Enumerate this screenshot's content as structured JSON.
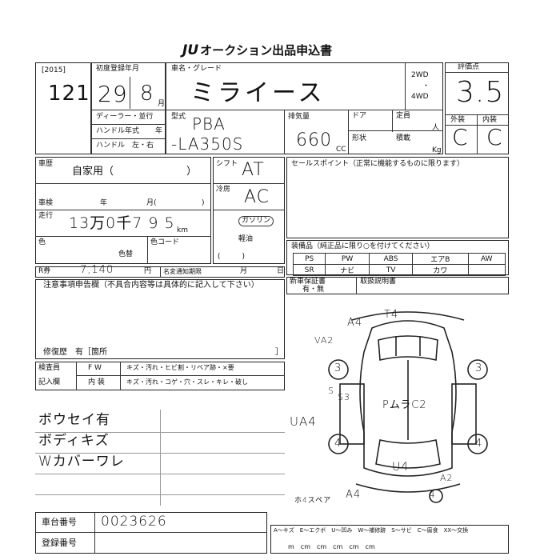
{
  "header": {
    "logo": "JU",
    "title": "オークション出品申込書"
  },
  "lot": {
    "year_tag": "2015",
    "number": "121"
  },
  "registration": {
    "label": "初度登録年月",
    "year": "29",
    "month": "8",
    "month_unit": "月"
  },
  "dealer": {
    "dealer_label": "ディーラー・並行",
    "model_year_label": "ハンドル年式",
    "model_year_unit": "年",
    "handle_label": "ハンドル　左・右"
  },
  "car": {
    "name_grade_label": "車名・グレード",
    "name": "ミライース",
    "model_label": "型式",
    "model_prefix": "PBA",
    "model_code": "-LA350S"
  },
  "drive": {
    "two_wd": "2WD",
    "sep": "・",
    "four_wd": "4WD"
  },
  "engine": {
    "displacement_label": "排気量",
    "displacement": "660",
    "cc": "CC",
    "door_label": "ドア",
    "capacity_label": "定員",
    "capacity_unit": "人",
    "shape_label": "形状",
    "load_label": "積載",
    "load_unit": "Kg"
  },
  "grade_score": {
    "label": "評価点",
    "value": "3.5",
    "exterior_label": "外装",
    "interior_label": "内装",
    "exterior": "C",
    "interior": "C"
  },
  "usage": {
    "label": "車歴",
    "value": "自家用（　　　　　　　）"
  },
  "inspection": {
    "label": "車検",
    "year_unit": "年",
    "month_unit": "月(",
    "close": ")"
  },
  "mileage": {
    "label": "走行",
    "value": "13万0千7 9 5",
    "unit": "km"
  },
  "color": {
    "label": "色",
    "code_label": "色コード",
    "repaint_label": "色替"
  },
  "shift": {
    "label": "シフト",
    "value": "AT"
  },
  "aircon": {
    "label": "冷房",
    "value": "AC"
  },
  "fuel": {
    "gas": "ガソリン",
    "light_oil": "軽油",
    "paren": "(　　　)"
  },
  "recycle": {
    "label": "R券",
    "value": "7,140",
    "unit": "円",
    "name_change_label": "名変通知期限",
    "month": "月",
    "day": "日"
  },
  "notes": {
    "header": "注意事項申告欄（不具合内容等は具体的に記入して下さい）",
    "repair_label": "修復歴　有［箇所",
    "repair_close": "］"
  },
  "inspector": {
    "label": "検査員",
    "entry_label": "記入欄",
    "fw": "F W",
    "int": "内 装",
    "fw_items": "キズ・汚れ・ヒビ割・リペア跡・×要",
    "int_items": "キズ・汚れ・コゲ・穴・スレ・キレ・破し"
  },
  "sales_point": {
    "label": "セールスポイント（正常に機能するものに限ります）"
  },
  "equipment": {
    "label": "装備品（純正品に限り○を付けてください）",
    "row1": [
      "PS",
      "PW",
      "ABS",
      "エアB",
      "AW"
    ],
    "row2": [
      "SR",
      "ナビ",
      "TV",
      "カワ",
      ""
    ]
  },
  "record": {
    "label": "新車保証書",
    "yes_no": "有・無",
    "extra_label": "取扱説明書"
  },
  "remarks": {
    "line1": "ボウセイ有",
    "line2": "ボディキズ",
    "line3": "Wカバーワレ"
  },
  "diagram": {
    "marks": [
      "A4",
      "T4",
      "VA2",
      "3",
      "3",
      "S",
      "S3",
      "PムラC2",
      "UA4",
      "4",
      "4",
      "U4",
      "A2",
      "A4",
      "4",
      "ホ4スペア"
    ]
  },
  "bottom": {
    "chassis_label": "車台番号",
    "chassis": "0023626",
    "reg_label": "登録番号"
  },
  "legend": {
    "items": "A～キズ　E～エクボ　U～凹み　W～補修跡　S～サビ　C～腐食　XX～交換",
    "size": "m　cm　cm　cm　cm　cm"
  }
}
